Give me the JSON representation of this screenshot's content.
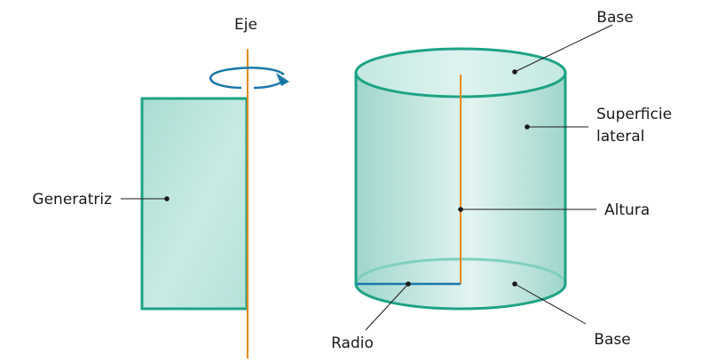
{
  "labels": {
    "eje": "Eje",
    "generatriz": "Generatriz",
    "base_top": "Base",
    "superficie_line1": "Superficie",
    "superficie_line2": "lateral",
    "altura": "Altura",
    "radio": "Radio",
    "base_bottom": "Base"
  },
  "colors": {
    "outline": "#1ea384",
    "fill_light": "#d5efea",
    "fill_mid": "#b6e2da",
    "fill_dark": "#9fd6cc",
    "axis": "#e8891c",
    "radius": "#1a78a8",
    "rotation_arrow": "#1a78a8",
    "text": "#1a1a1a"
  },
  "icons": {
    "rotation": "rotation-arrow-icon"
  }
}
